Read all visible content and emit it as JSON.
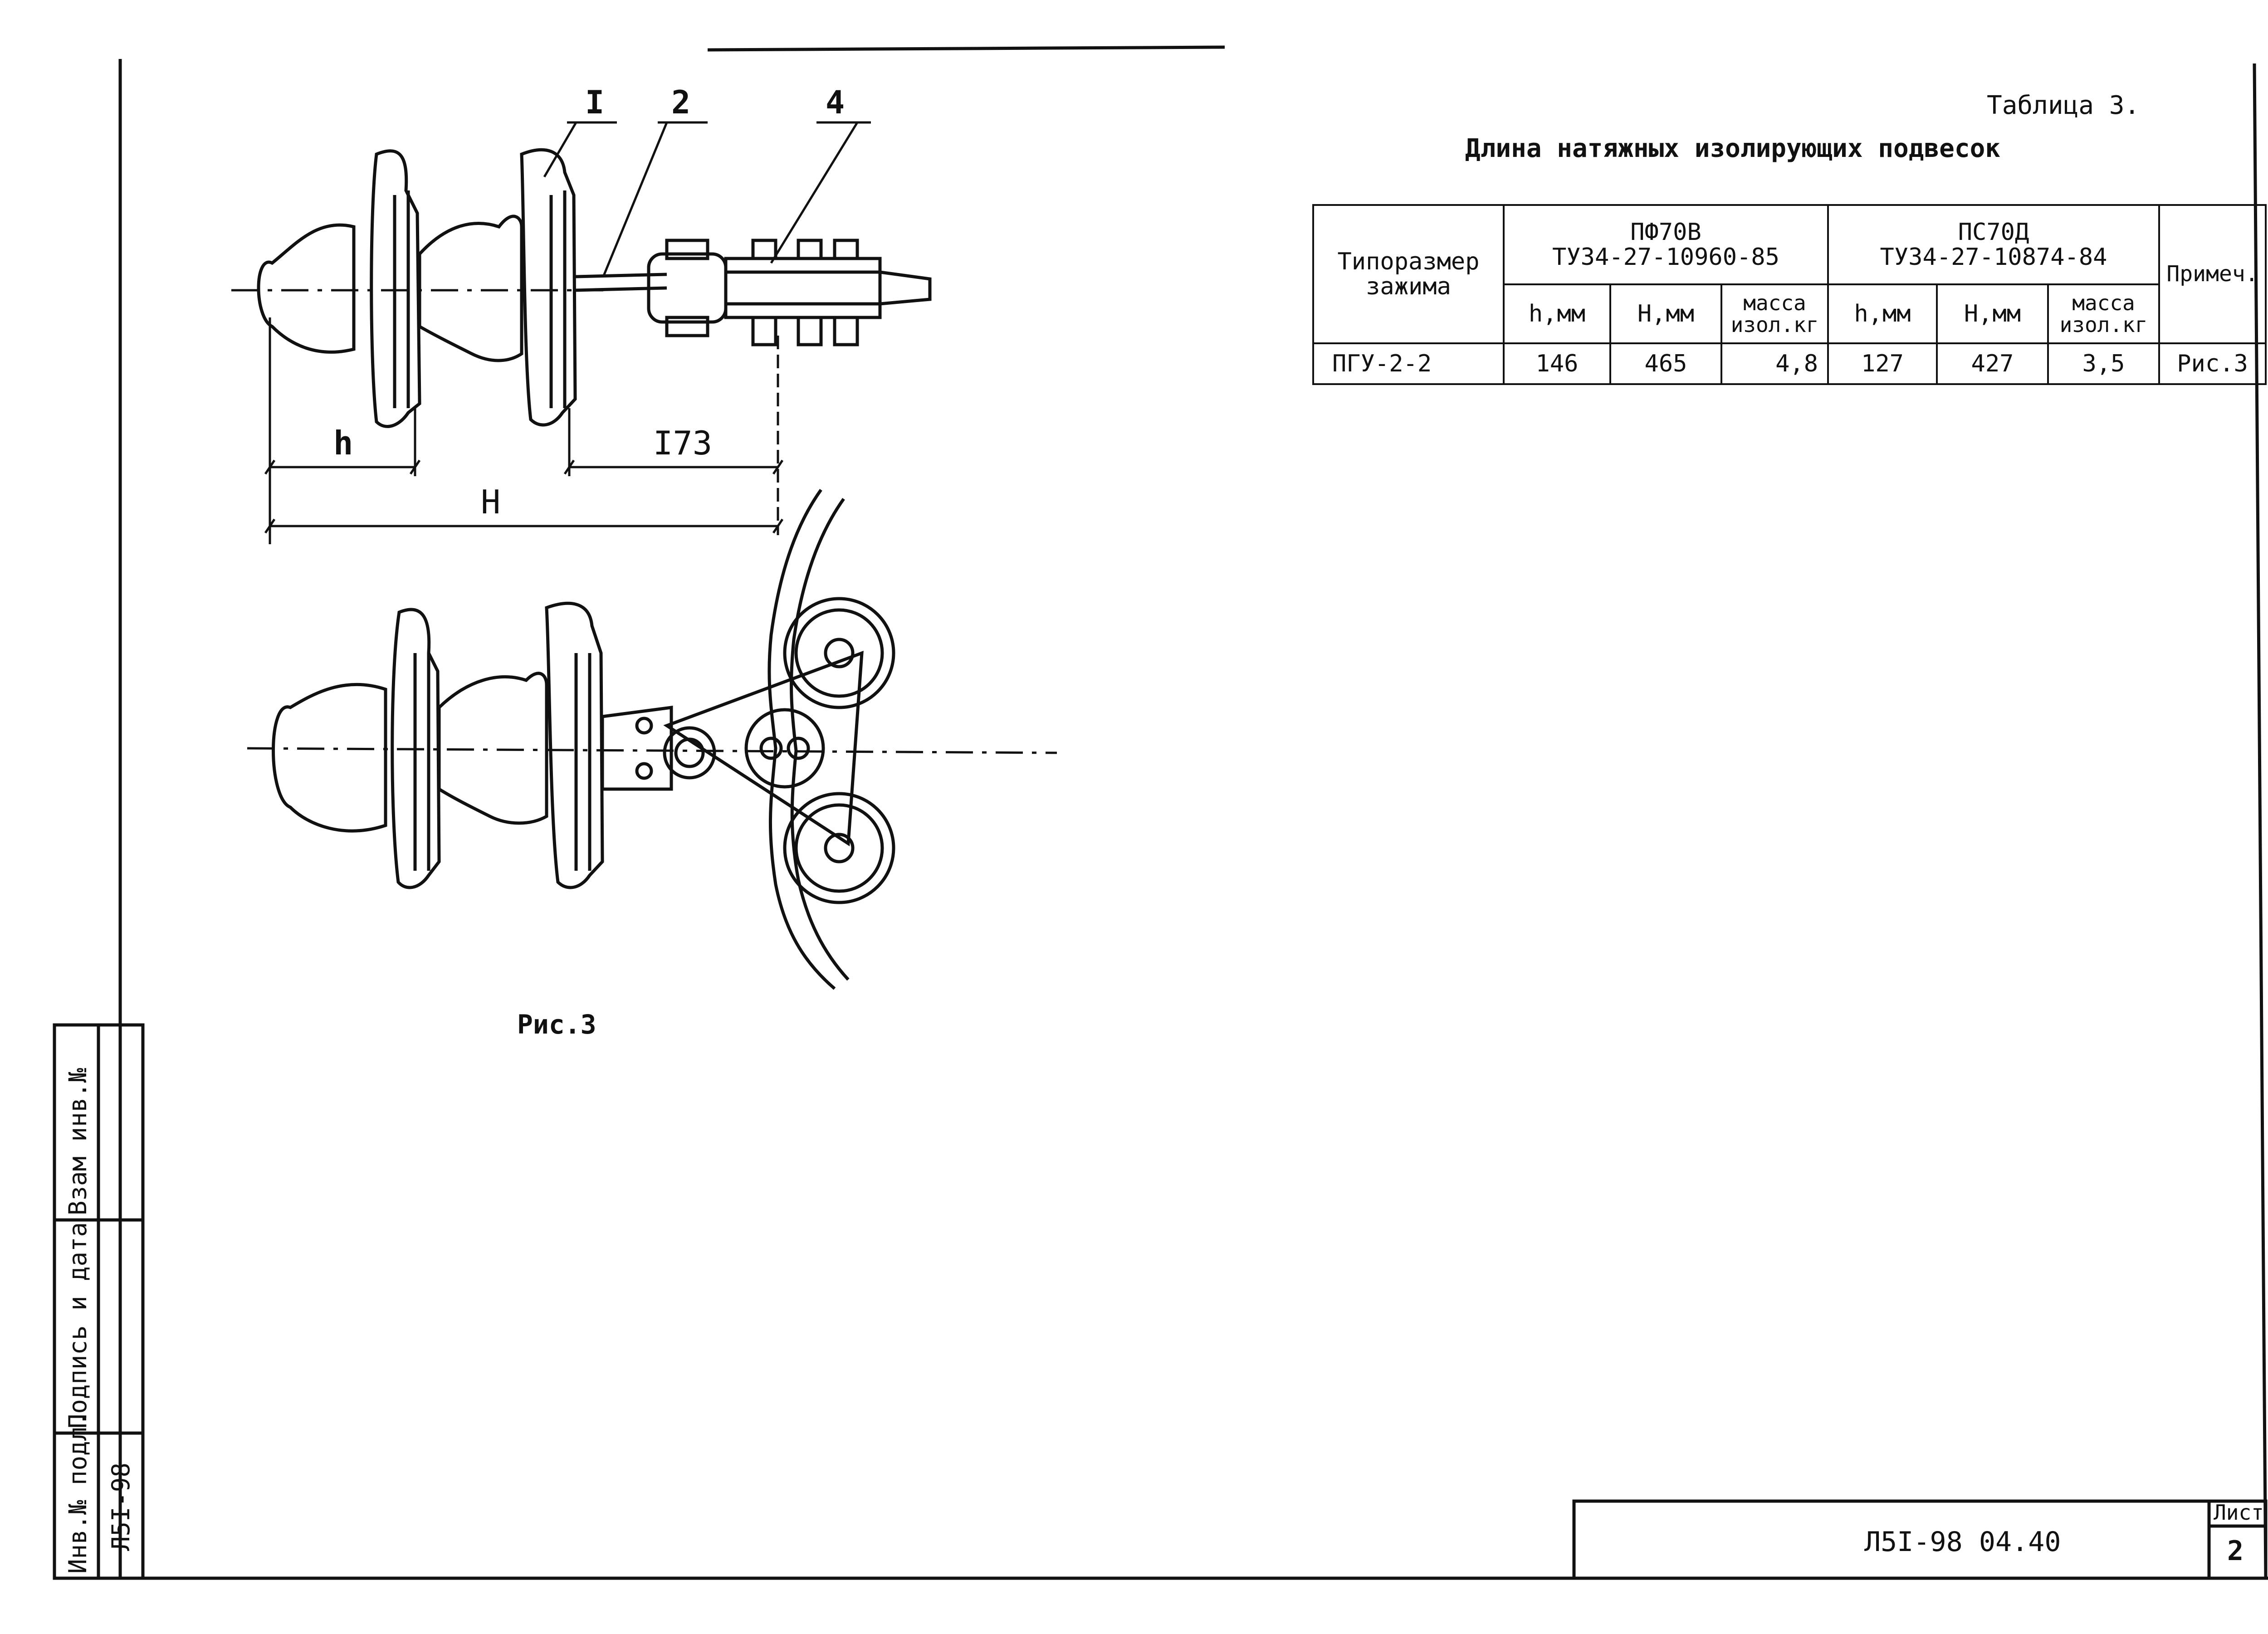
{
  "table_caption": "Таблица 3.",
  "table_title": "Длина натяжных изолирующих подвесок",
  "table": {
    "col_type": "Типоразмер зажима",
    "group1_name": "ПФ70В",
    "group1_tu": "ТУ34-27-10960-85",
    "group2_name": "ПС70Д",
    "group2_tu": "ТУ34-27-10874-84",
    "col_note": "Примеч.",
    "sub_h": "h,мм",
    "sub_H": "H,мм",
    "sub_mass": "масса изол.кг",
    "row": {
      "type": "ПГУ-2-2",
      "h1": "146",
      "H1": "465",
      "m1": "4,8",
      "h2": "127",
      "H2": "427",
      "m2": "3,5",
      "note": "Рис.3"
    }
  },
  "drawing": {
    "callout_1": "I",
    "callout_2": "2",
    "callout_4": "4",
    "dim_h": "h",
    "dim_173": "I73",
    "dim_H": "H",
    "figure_caption": "Рис.3"
  },
  "side_stamp": {
    "col1": "Инв.№ подл.",
    "col2": "Подпись и дата",
    "col3": "Взам инв.№",
    "inv_number": "Л5I-98"
  },
  "title_block": {
    "doc_code": "Л5I-98 04.40",
    "sheet_label": "Лист",
    "sheet_number": "2"
  }
}
